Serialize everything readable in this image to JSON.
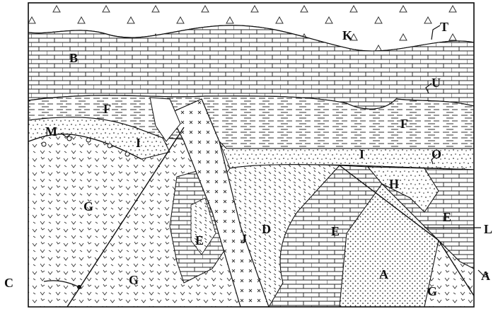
{
  "labels": {
    "K": "K",
    "T": "T",
    "B": "B",
    "U": "U",
    "F_left": "F",
    "F_right": "F",
    "M": "M",
    "I_left": "I",
    "I_right": "I",
    "O": "O",
    "G_upper": "G",
    "G_lower": "G",
    "G_right": "G",
    "H": "H",
    "E_left": "E",
    "E_center": "E",
    "E_right": "E",
    "J": "J",
    "D": "D",
    "L": "L",
    "A_center": "A",
    "A_edge": "A",
    "C": "C"
  },
  "colors": {
    "ink": "#111111",
    "paper": "#ffffff"
  }
}
